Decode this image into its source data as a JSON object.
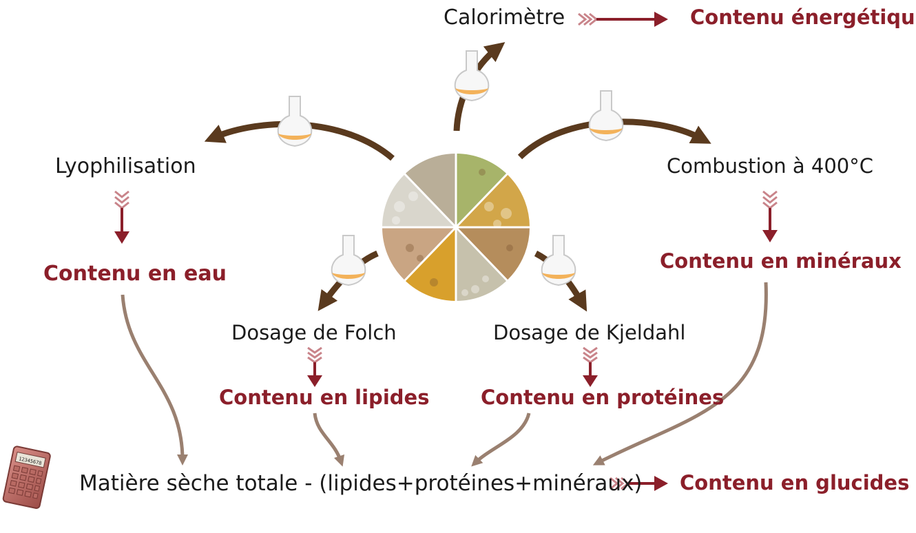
{
  "methods": {
    "calorimetre": "Calorimètre",
    "lyophilisation": "Lyophilisation",
    "combustion": "Combustion à 400°C",
    "folch": "Dosage de Folch",
    "kjeldahl": "Dosage de Kjeldahl"
  },
  "results": {
    "energie": "Contenu énergétique",
    "eau": "Contenu en eau",
    "mineraux": "Contenu en minéraux",
    "lipides": "Contenu en lipides",
    "proteines": "Contenu en protéines",
    "glucides": "Contenu en glucides"
  },
  "formula": "Matière sèche totale - (lipides+protéines+minéraux)",
  "calculator_display": "12345678",
  "colors": {
    "result_text": "#8b1f2a",
    "arrow_brown": "#5a3a1e",
    "curve_tan": "#9a8070",
    "flask_liquid": "#f3b25a"
  }
}
